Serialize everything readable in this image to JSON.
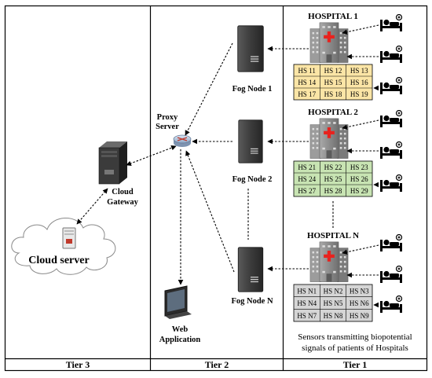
{
  "tiers": [
    "Tier 3",
    "Tier 2",
    "Tier 1"
  ],
  "cloud": {
    "server_label": "Cloud server",
    "gateway_line1": "Cloud",
    "gateway_line2": "Gateway"
  },
  "proxy": {
    "line1": "Proxy",
    "line2": "Server"
  },
  "web_app": {
    "line1": "Web",
    "line2": "Application"
  },
  "fog_nodes": [
    "Fog Node 1",
    "Fog Node 2",
    "Fog Node N"
  ],
  "hospitals": [
    {
      "title": "HOSPITAL 1",
      "grid_color": "#fbe5a6",
      "cells": [
        [
          "HS 11",
          "HS 12",
          "HS 13"
        ],
        [
          "HS 14",
          "HS 15",
          "HS 16"
        ],
        [
          "HS 17",
          "HS 18",
          "HS 19"
        ]
      ]
    },
    {
      "title": "HOSPITAL 2",
      "grid_color": "#c8e4b3",
      "cells": [
        [
          "HS 21",
          "HS 22",
          "HS 23"
        ],
        [
          "HS 24",
          "HS 25",
          "HS 26"
        ],
        [
          "HS 27",
          "HS 28",
          "HS 29"
        ]
      ]
    },
    {
      "title": "HOSPITAL N",
      "grid_color": "#d5d5d5",
      "cells": [
        [
          "HS N1",
          "HS N2",
          "HS N3"
        ],
        [
          "HS N4",
          "HS N5",
          "HS N6"
        ],
        [
          "HS N7",
          "HS N8",
          "HS N9"
        ]
      ]
    }
  ],
  "caption": {
    "line1": "Sensors transmitting biopotential",
    "line2": "signals of patients of Hospitals"
  },
  "colors": {
    "cross": "#e8221e",
    "building": "#8c8c8c",
    "server": "#3a3a3a"
  },
  "icons": [
    "hospital-building-icon",
    "patient-bed-icon",
    "server-tower-icon",
    "router-icon",
    "monitor-icon",
    "cloud-icon"
  ]
}
